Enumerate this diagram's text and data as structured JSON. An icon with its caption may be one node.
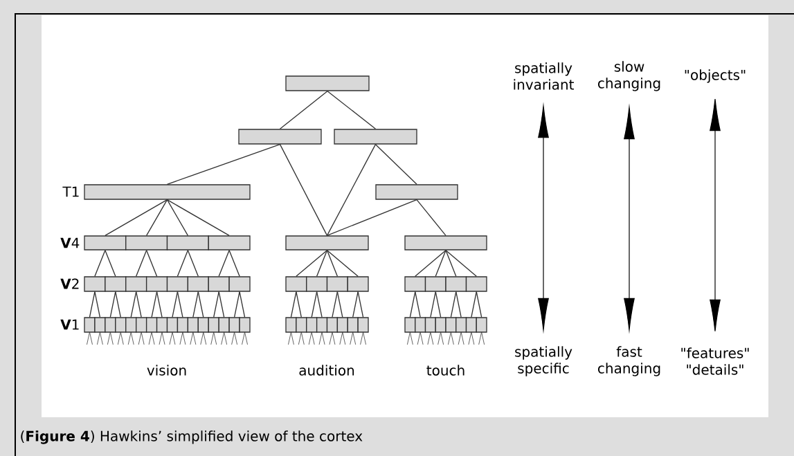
{
  "diagram": {
    "caption": "(**Figure 4**) Hawkins’ simplified view of the cortex",
    "nodes": [
      {
        "text": [],
        "shape": "box"
      },
      {
        "text": [],
        "shape": "box"
      },
      {
        "text": [],
        "shape": "box"
      },
      {
        "text": [],
        "shape": "box"
      },
      {
        "text": [],
        "shape": "box"
      },
      {
        "text": [],
        "shape": "box"
      },
      {
        "text": [],
        "shape": "box"
      },
      {
        "text": [],
        "shape": "box"
      },
      {
        "text": [],
        "shape": "box"
      },
      {
        "text": [],
        "shape": "box"
      },
      {
        "text": [],
        "shape": "box"
      },
      {
        "text": [],
        "shape": "box"
      },
      {
        "text": [],
        "shape": "box"
      },
      {
        "text": [],
        "shape": "box"
      },
      {
        "text": [],
        "shape": "box"
      },
      {
        "text": [],
        "shape": "box"
      },
      {
        "text": [],
        "shape": "box"
      },
      {
        "text": [],
        "shape": "box"
      },
      {
        "text": [],
        "shape": "box"
      },
      {
        "text": [],
        "shape": "box"
      },
      {
        "text": [],
        "shape": "box"
      },
      {
        "text": [],
        "shape": "box"
      },
      {
        "text": [],
        "shape": "box"
      },
      {
        "text": [],
        "shape": "box"
      },
      {
        "text": [],
        "shape": "box"
      },
      {
        "text": [],
        "shape": "box"
      },
      {
        "text": [],
        "shape": "box"
      },
      {
        "text": [],
        "shape": "box"
      },
      {
        "text": [],
        "shape": "box"
      },
      {
        "text": [],
        "shape": "box"
      },
      {
        "text": [],
        "shape": "box"
      },
      {
        "text": [],
        "shape": "box"
      },
      {
        "text": [],
        "shape": "box"
      },
      {
        "text": [],
        "shape": "box"
      },
      {
        "text": [],
        "shape": "box"
      },
      {
        "text": [],
        "shape": "box"
      },
      {
        "text": [],
        "shape": "box"
      },
      {
        "text": [],
        "shape": "box"
      },
      {
        "text": [],
        "shape": "box"
      },
      {
        "text": [],
        "shape": "box"
      },
      {
        "text": [],
        "shape": "box"
      },
      {
        "text": [],
        "shape": "box"
      },
      {
        "text": [],
        "shape": "box"
      },
      {
        "text": [],
        "shape": "box"
      },
      {
        "text": [],
        "shape": "box"
      },
      {
        "text": [],
        "shape": "box"
      },
      {
        "text": [],
        "shape": "box"
      },
      {
        "text": [],
        "shape": "box"
      },
      {
        "text": [],
        "shape": "box"
      },
      {
        "text": [],
        "shape": "box"
      },
      {
        "text": [],
        "shape": "box"
      },
      {
        "text": [],
        "shape": "box"
      },
      {
        "text": [],
        "shape": "box"
      },
      {
        "text": [],
        "shape": "box"
      },
      {
        "text": [],
        "shape": "box"
      },
      {
        "text": [],
        "shape": "box"
      },
      {
        "text": [],
        "shape": "box"
      },
      {
        "text": [],
        "shape": "box"
      },
      {
        "text": [],
        "shape": "box"
      },
      {
        "text": [
          "spatially invariant"
        ]
      },
      {
        "text": [
          "slow changing"
        ]
      },
      {
        "text": [
          "\"objects\""
        ]
      },
      {
        "text": [
          "spatially specific"
        ]
      },
      {
        "text": [
          "fast changing"
        ]
      },
      {
        "text": [
          "\"features\" \"details\""
        ]
      }
    ],
    "edges": [
      {
        "from": 0,
        "to": 1,
        "arrow": "none"
      },
      {
        "from": 0,
        "to": 2,
        "arrow": "none"
      },
      {
        "from": 1,
        "to": 3,
        "arrow": "none"
      },
      {
        "from": 1,
        "to": 9,
        "arrow": "none"
      },
      {
        "from": 2,
        "to": 9,
        "arrow": "none"
      },
      {
        "from": 2,
        "to": 4,
        "arrow": "none"
      },
      {
        "from": 4,
        "to": 9,
        "arrow": "none"
      },
      {
        "from": 4,
        "to": 10,
        "arrow": "none"
      },
      {
        "from": 3,
        "to": 5,
        "arrow": "none"
      },
      {
        "from": 3,
        "to": 6,
        "arrow": "none"
      },
      {
        "from": 3,
        "to": 7,
        "arrow": "none"
      },
      {
        "from": 3,
        "to": 8,
        "arrow": "none"
      },
      {
        "from": 5,
        "to": 11,
        "arrow": "none"
      },
      {
        "from": 5,
        "to": 12,
        "arrow": "none"
      },
      {
        "from": 6,
        "to": 13,
        "arrow": "none"
      },
      {
        "from": 6,
        "to": 14,
        "arrow": "none"
      },
      {
        "from": 7,
        "to": 15,
        "arrow": "none"
      },
      {
        "from": 7,
        "to": 16,
        "arrow": "none"
      },
      {
        "from": 8,
        "to": 17,
        "arrow": "none"
      },
      {
        "from": 8,
        "to": 18,
        "arrow": "none"
      },
      {
        "from": 9,
        "to": 19,
        "arrow": "none"
      },
      {
        "from": 9,
        "to": 20,
        "arrow": "none"
      },
      {
        "from": 9,
        "to": 21,
        "arrow": "none"
      },
      {
        "from": 9,
        "to": 22,
        "arrow": "none"
      },
      {
        "from": 10,
        "to": 23,
        "arrow": "none"
      },
      {
        "from": 10,
        "to": 24,
        "arrow": "none"
      },
      {
        "from": 10,
        "to": 25,
        "arrow": "none"
      },
      {
        "from": 10,
        "to": 26,
        "arrow": "none"
      },
      {
        "from": 11,
        "to": 27,
        "arrow": "none"
      },
      {
        "from": 11,
        "to": 28,
        "arrow": "none"
      },
      {
        "from": 12,
        "to": 29,
        "arrow": "none"
      },
      {
        "from": 12,
        "to": 30,
        "arrow": "none"
      },
      {
        "from": 13,
        "to": 31,
        "arrow": "none"
      },
      {
        "from": 13,
        "to": 32,
        "arrow": "none"
      },
      {
        "from": 14,
        "to": 33,
        "arrow": "none"
      },
      {
        "from": 14,
        "to": 34,
        "arrow": "none"
      },
      {
        "from": 15,
        "to": 35,
        "arrow": "none"
      },
      {
        "from": 15,
        "to": 36,
        "arrow": "none"
      },
      {
        "from": 16,
        "to": 37,
        "arrow": "none"
      },
      {
        "from": 16,
        "to": 38,
        "arrow": "none"
      },
      {
        "from": 17,
        "to": 39,
        "arrow": "none"
      },
      {
        "from": 17,
        "to": 40,
        "arrow": "none"
      },
      {
        "from": 18,
        "to": 41,
        "arrow": "none"
      },
      {
        "from": 18,
        "to": 42,
        "arrow": "none"
      },
      {
        "from": 19,
        "to": 43,
        "arrow": "none"
      },
      {
        "from": 19,
        "to": 44,
        "arrow": "none"
      },
      {
        "from": 20,
        "to": 45,
        "arrow": "none"
      },
      {
        "from": 20,
        "to": 46,
        "arrow": "none"
      },
      {
        "from": 21,
        "to": 47,
        "arrow": "none"
      },
      {
        "from": 21,
        "to": 48,
        "arrow": "none"
      },
      {
        "from": 22,
        "to": 49,
        "arrow": "none"
      },
      {
        "from": 22,
        "to": 50,
        "arrow": "none"
      },
      {
        "from": 23,
        "to": 51,
        "arrow": "none"
      },
      {
        "from": 23,
        "to": 52,
        "arrow": "none"
      },
      {
        "from": 24,
        "to": 53,
        "arrow": "none"
      },
      {
        "from": 24,
        "to": 54,
        "arrow": "none"
      },
      {
        "from": 25,
        "to": 55,
        "arrow": "none"
      },
      {
        "from": 25,
        "to": 56,
        "arrow": "none"
      },
      {
        "from": 26,
        "to": 57,
        "arrow": "none"
      },
      {
        "from": 26,
        "to": 58,
        "arrow": "none"
      },
      {
        "from": 59,
        "to": 62,
        "arrow": "both"
      },
      {
        "from": 60,
        "to": 63,
        "arrow": "both"
      },
      {
        "from": 61,
        "to": 64,
        "arrow": "both"
      }
    ],
    "labels": [
      "T1",
      "**V**4",
      "**V**2",
      "**V**1",
      "vision",
      "audition",
      "touch"
    ]
  }
}
